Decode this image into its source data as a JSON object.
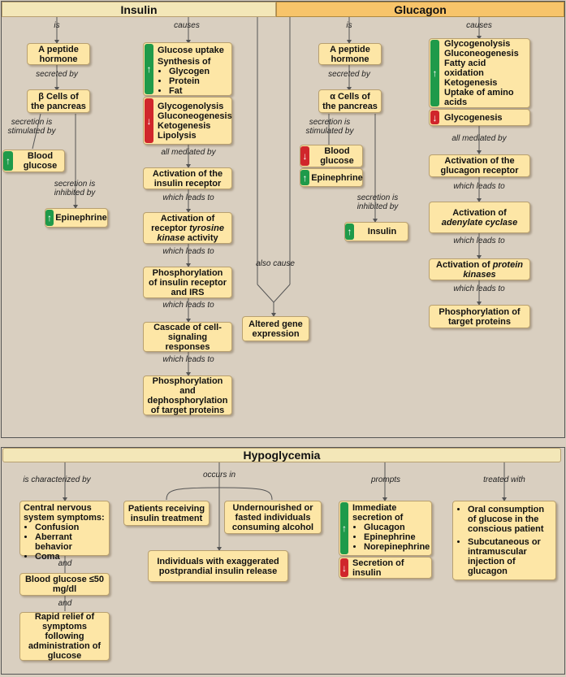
{
  "insulin": {
    "title": "Insulin",
    "is": "is",
    "causes": "causes",
    "peptide": "A peptide hormone",
    "secreted_by": "secreted by",
    "beta_cells": "β Cells of the pancreas",
    "stimulated_by": "secretion is stimulated by",
    "blood_glucose": "Blood glucose",
    "inhibited_by": "secretion is inhibited by",
    "epinephrine": "Epinephrine",
    "effects_up": {
      "lead": "Glucose uptake",
      "synth": "Synthesis of",
      "items": [
        "Glycogen",
        "Protein",
        "Fat"
      ]
    },
    "effects_down": [
      "Glycogenolysis",
      "Gluconeogenesis",
      "Ketogenesis",
      "Lipolysis"
    ],
    "all_mediated_by": "all mediated by",
    "receptor": "Activation of the insulin receptor",
    "leads1": "which leads to",
    "tyrosine_pre": "Activation of receptor ",
    "tyrosine_em": "tyrosine kinase",
    "tyrosine_post": " activity",
    "leads2": "which leads to",
    "phos_irs": "Phosphorylation of insulin receptor and IRS",
    "leads3": "which leads to",
    "cascade": "Cascade of cell-signaling responses",
    "leads4": "which leads to",
    "phos_targets": "Phosphorylation and dephosphorylation of target proteins",
    "also_cause": "also cause",
    "gene": "Altered gene expression"
  },
  "glucagon": {
    "title": "Glucagon",
    "is": "is",
    "causes": "causes",
    "peptide": "A peptide hormone",
    "secreted_by": "secreted by",
    "alpha_cells": "α Cells of the pancreas",
    "stimulated_by": "secretion is stimulated by",
    "blood_glucose": "Blood glucose",
    "epinephrine": "Epinephrine",
    "inhibited_by": "secretion is inhibited by",
    "insulin": "Insulin",
    "effects_up": [
      "Glycogenolysis",
      "Gluconeogenesis",
      "Fatty acid oxidation",
      "Ketogenesis",
      "Uptake of amino acids"
    ],
    "effects_down": "Glycogenesis",
    "all_mediated_by": "all mediated by",
    "receptor": "Activation of the glucagon receptor",
    "leads1": "which leads to",
    "adenylate_pre": "Activation of ",
    "adenylate_em": "adenylate cyclase",
    "leads2": "which leads to",
    "pk_pre": "Activation of ",
    "pk_em": "protein kinases",
    "leads3": "which leads to",
    "phos": "Phosphorylation of target proteins"
  },
  "hypo": {
    "title": "Hypoglycemia",
    "characterized": "is characterized by",
    "cns_title": "Central nervous system symptoms:",
    "cns_items": [
      "Confusion",
      "Aberrant behavior",
      "Coma"
    ],
    "and1": "and",
    "glucose_level": "Blood glucose ≤50 mg/dl",
    "and2": "and",
    "relief": "Rapid relief of symptoms following administration of glucose",
    "occurs_in": "occurs in",
    "patients": "Patients receiving insulin treatment",
    "undernourished": "Undernourished or fasted individuals consuming alcohol",
    "exaggerated": "Individuals with exaggerated postprandial insulin release",
    "prompts": "prompts",
    "immediate_title": "Immediate secretion of",
    "immediate_items": [
      "Glucagon",
      "Epinephrine",
      "Norepinephrine"
    ],
    "secretion_insulin": "Secretion of insulin",
    "treated": "treated with",
    "treatments": [
      "Oral consumption of glucose in the conscious patient",
      "Subcutaneous or intramuscular injection of glucagon"
    ]
  },
  "colors": {
    "box": "#fde6a6",
    "background": "#d9cfc0",
    "up": "#1f9a4a",
    "down": "#d0262b"
  },
  "icons": {
    "up": "up-arrow-icon",
    "down": "down-arrow-icon"
  }
}
